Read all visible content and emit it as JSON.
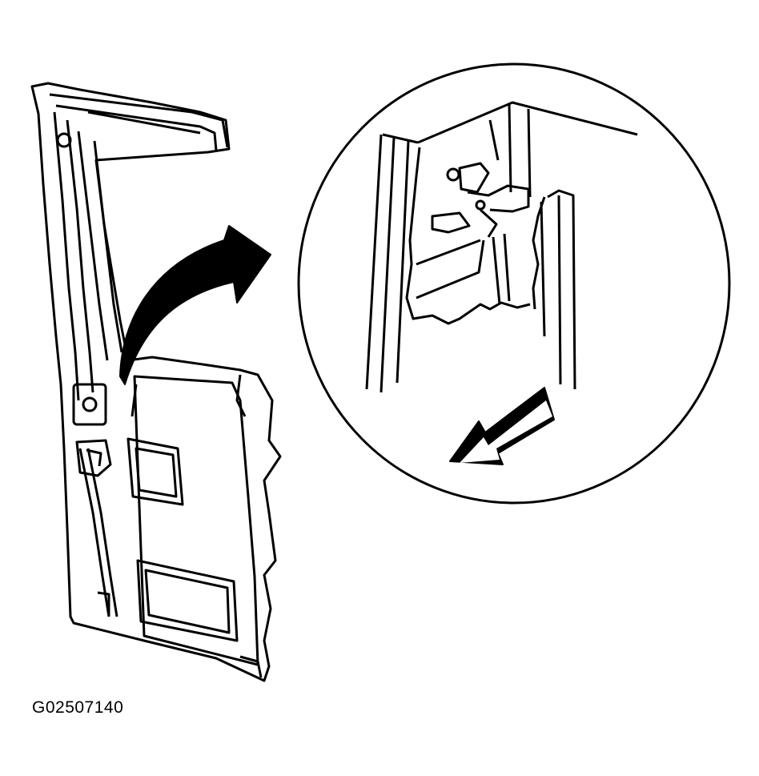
{
  "figure": {
    "code": "G02507140"
  },
  "parts": [
    {
      "name": "door-panel",
      "icon": "van-side-door"
    },
    {
      "name": "callout-arrow",
      "icon": "curved-arrow"
    },
    {
      "name": "detail-circle",
      "icon": "magnified-view"
    },
    {
      "name": "direction-arrow",
      "icon": "straight-arrow"
    }
  ],
  "colors": {
    "line": "#000000",
    "background": "#ffffff"
  }
}
